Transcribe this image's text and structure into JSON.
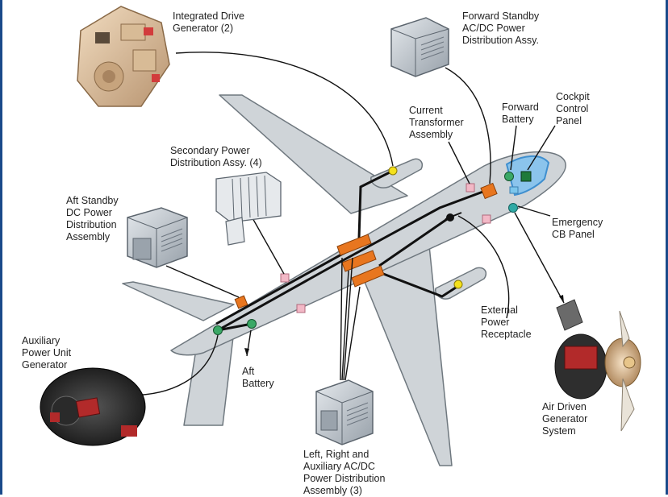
{
  "labels": {
    "idg": "Integrated Drive\nGenerator (2)",
    "fwd_standby": "Forward Standby\nAC/DC Power\nDistribution Assy.",
    "current_transformer": "Current\nTransformer\nAssembly",
    "fwd_battery": "Forward\nBattery",
    "cockpit_panel": "Cockpit\nControl\nPanel",
    "secondary_power": "Secondary Power\nDistribution Assy. (4)",
    "aft_standby": "Aft Standby\nDC Power\nDistribution\nAssembly",
    "emergency_cb": "Emergency\nCB Panel",
    "external_power": "External\nPower\nReceptacle",
    "apu_generator": "Auxiliary\nPower Unit\nGenerator",
    "aft_battery": "Aft\nBattery",
    "air_driven": "Air Driven\nGenerator\nSystem",
    "main_power": "Left, Right and\nAuxiliary AC/DC\nPower Distribution\nAssembly (3)"
  },
  "colors": {
    "fuselage": "#cfd4d8",
    "outline": "#6f787f",
    "wire": "#111111",
    "orange": "#e8761f",
    "pink": "#f2b8c6",
    "green": "#3aa866",
    "teal": "#2fa9a5",
    "yellow": "#f4e11c",
    "cabinet": "#b9c0c8"
  }
}
